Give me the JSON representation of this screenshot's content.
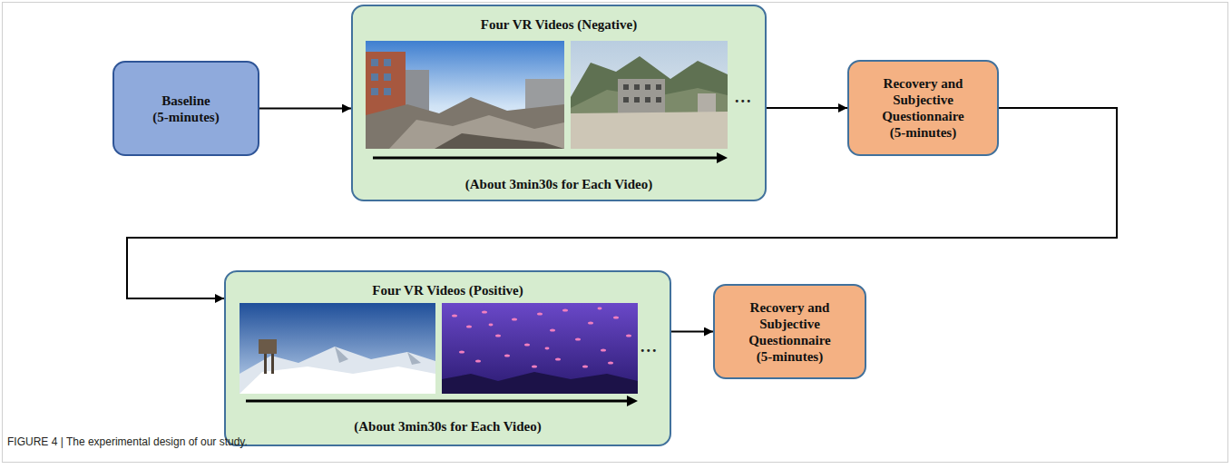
{
  "diagram": {
    "caption": "FIGURE 4 | The experimental design of our study.",
    "nodes": [
      {
        "text": [
          "Baseline",
          "(5-minutes)"
        ]
      },
      {
        "text": [
          "Four VR Videos (Negative)",
          "(About 3min30s for Each Video)"
        ]
      },
      {
        "text": [
          "Recovery and Subjective Questionnaire",
          "(5-minutes)"
        ]
      },
      {
        "text": [
          "Four VR Videos (Positive)",
          "(About 3min30s for Each Video)"
        ]
      },
      {
        "text": [
          "Recovery and Subjective Questionnaire",
          "(5-minutes)"
        ]
      }
    ],
    "edges": [
      {
        "from": 0,
        "to": 1,
        "arrow": "to"
      },
      {
        "from": 1,
        "to": 2,
        "arrow": "to"
      },
      {
        "from": 2,
        "to": 3,
        "arrow": "to"
      },
      {
        "from": 3,
        "to": 4,
        "arrow": "to"
      }
    ],
    "labels": [
      "...",
      "..."
    ]
  }
}
